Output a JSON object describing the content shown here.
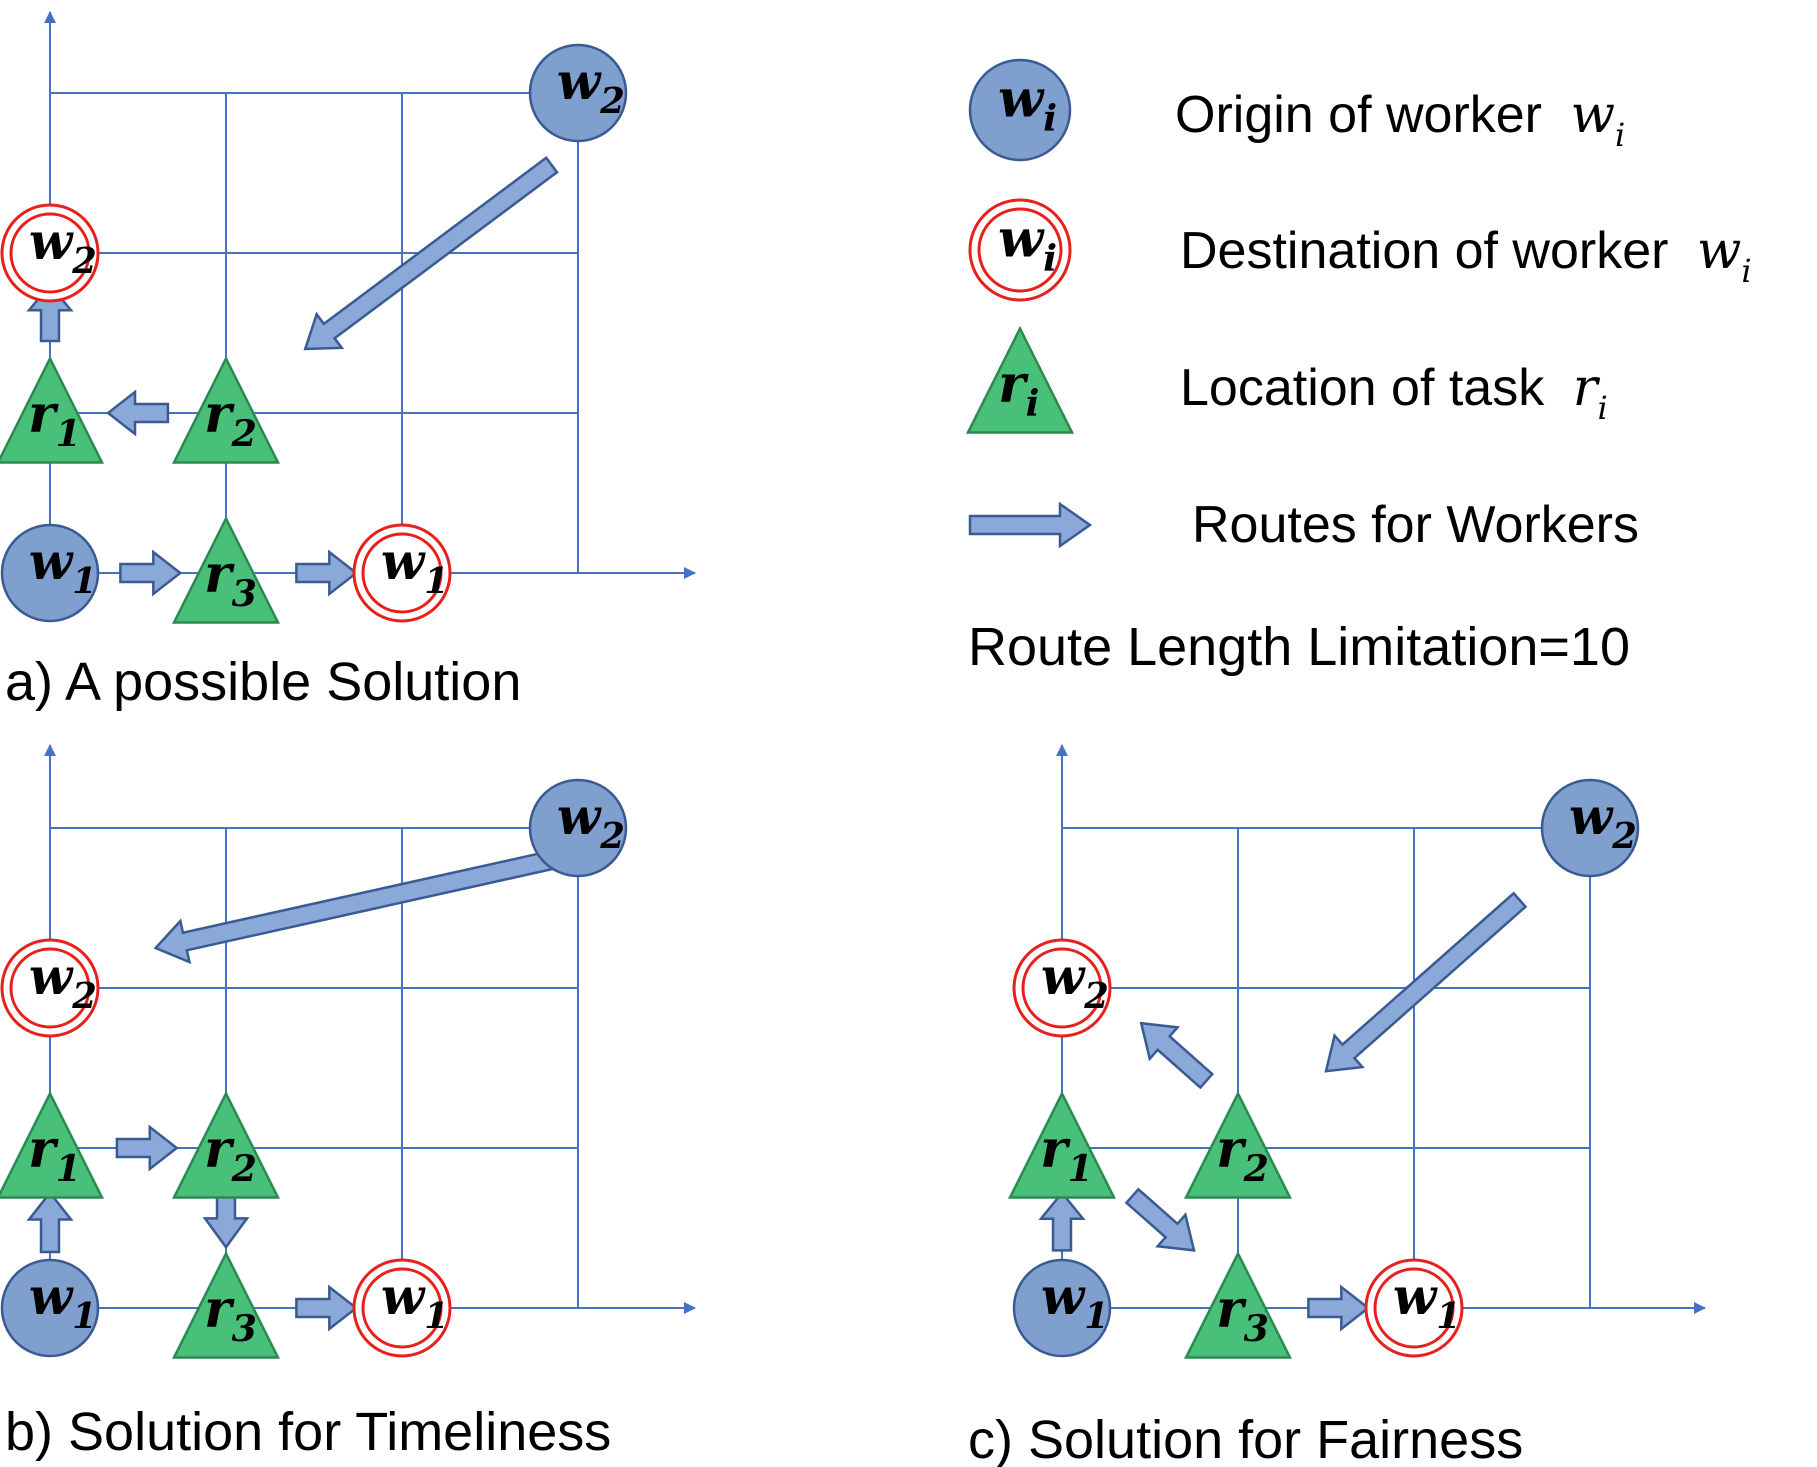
{
  "colors": {
    "grid": "#4472c4",
    "worker_fill": "#7f9fcf",
    "worker_stroke": "#3a5a92",
    "dest_ring": "#e8201c",
    "task_fill": "#48c07a",
    "task_stroke": "#2a8a50",
    "route_fill": "#8aa8d8",
    "route_stroke": "#3a5a92"
  },
  "panels": [
    {
      "caption": "a)  A possible Solution",
      "nodes": [
        {
          "kind": "origin",
          "letter": "w",
          "index": "2",
          "col": 3,
          "row": 3
        },
        {
          "kind": "destination",
          "letter": "w",
          "index": "2",
          "col": 0,
          "row": 2
        },
        {
          "kind": "task",
          "letter": "r",
          "index": "1",
          "col": 0,
          "row": 1
        },
        {
          "kind": "task",
          "letter": "r",
          "index": "2",
          "col": 1,
          "row": 1
        },
        {
          "kind": "origin",
          "letter": "w",
          "index": "1",
          "col": 0,
          "row": 0
        },
        {
          "kind": "task",
          "letter": "r",
          "index": "3",
          "col": 1,
          "row": 0
        },
        {
          "kind": "destination",
          "letter": "w",
          "index": "1",
          "col": 2,
          "row": 0
        }
      ],
      "routes": [
        {
          "from": [
            2.85,
            2.55
          ],
          "to": [
            1.45,
            1.4
          ]
        },
        {
          "from": [
            0,
            1.45
          ],
          "to": [
            0,
            1.8
          ]
        },
        {
          "from": [
            0.67,
            1
          ],
          "to": [
            0.33,
            1
          ]
        },
        {
          "from": [
            0.4,
            0
          ],
          "to": [
            0.74,
            0
          ]
        },
        {
          "from": [
            1.4,
            0
          ],
          "to": [
            1.74,
            0
          ]
        }
      ]
    },
    {
      "caption": "b)  Solution for Timeliness",
      "nodes": [
        {
          "kind": "origin",
          "letter": "w",
          "index": "2",
          "col": 3,
          "row": 3
        },
        {
          "kind": "destination",
          "letter": "w",
          "index": "2",
          "col": 0,
          "row": 2
        },
        {
          "kind": "task",
          "letter": "r",
          "index": "1",
          "col": 0,
          "row": 1
        },
        {
          "kind": "task",
          "letter": "r",
          "index": "2",
          "col": 1,
          "row": 1
        },
        {
          "kind": "origin",
          "letter": "w",
          "index": "1",
          "col": 0,
          "row": 0
        },
        {
          "kind": "task",
          "letter": "r",
          "index": "3",
          "col": 1,
          "row": 0
        },
        {
          "kind": "destination",
          "letter": "w",
          "index": "1",
          "col": 2,
          "row": 0
        }
      ],
      "routes": [
        {
          "from": [
            2.85,
            2.8
          ],
          "to": [
            0.6,
            2.25
          ]
        },
        {
          "from": [
            0.38,
            1
          ],
          "to": [
            0.72,
            1
          ]
        },
        {
          "from": [
            0,
            0.35
          ],
          "to": [
            0,
            0.72
          ]
        },
        {
          "from": [
            1,
            0.78
          ],
          "to": [
            1,
            0.38
          ]
        },
        {
          "from": [
            1.4,
            0
          ],
          "to": [
            1.74,
            0
          ]
        }
      ]
    },
    {
      "caption": "c)  Solution for Fairness",
      "nodes": [
        {
          "kind": "origin",
          "letter": "w",
          "index": "2",
          "col": 3,
          "row": 3
        },
        {
          "kind": "destination",
          "letter": "w",
          "index": "2",
          "col": 0,
          "row": 2
        },
        {
          "kind": "task",
          "letter": "r",
          "index": "1",
          "col": 0,
          "row": 1
        },
        {
          "kind": "task",
          "letter": "r",
          "index": "2",
          "col": 1,
          "row": 1
        },
        {
          "kind": "origin",
          "letter": "w",
          "index": "1",
          "col": 0,
          "row": 0
        },
        {
          "kind": "task",
          "letter": "r",
          "index": "3",
          "col": 1,
          "row": 0
        },
        {
          "kind": "destination",
          "letter": "w",
          "index": "1",
          "col": 2,
          "row": 0
        }
      ],
      "routes": [
        {
          "from": [
            2.6,
            2.55
          ],
          "to": [
            1.5,
            1.48
          ]
        },
        {
          "from": [
            0.82,
            1.42
          ],
          "to": [
            0.45,
            1.78
          ]
        },
        {
          "from": [
            0.4,
            0.7
          ],
          "to": [
            0.75,
            0.36
          ]
        },
        {
          "from": [
            0,
            0.36
          ],
          "to": [
            0,
            0.72
          ]
        },
        {
          "from": [
            1.4,
            0
          ],
          "to": [
            1.74,
            0
          ]
        }
      ]
    }
  ],
  "legend": {
    "items": [
      {
        "kind": "origin",
        "letter": "w",
        "index": "i",
        "text": "Origin of worker",
        "math_letter": "w",
        "math_index": "i"
      },
      {
        "kind": "destination",
        "letter": "w",
        "index": "i",
        "text": "Destination of worker",
        "math_letter": "w",
        "math_index": "i"
      },
      {
        "kind": "task",
        "letter": "r",
        "index": "i",
        "text": "Location of task",
        "math_letter": "r",
        "math_index": "i"
      },
      {
        "kind": "route",
        "text": "Routes for Workers"
      }
    ],
    "limitation": "Route Length Limitation=10"
  }
}
